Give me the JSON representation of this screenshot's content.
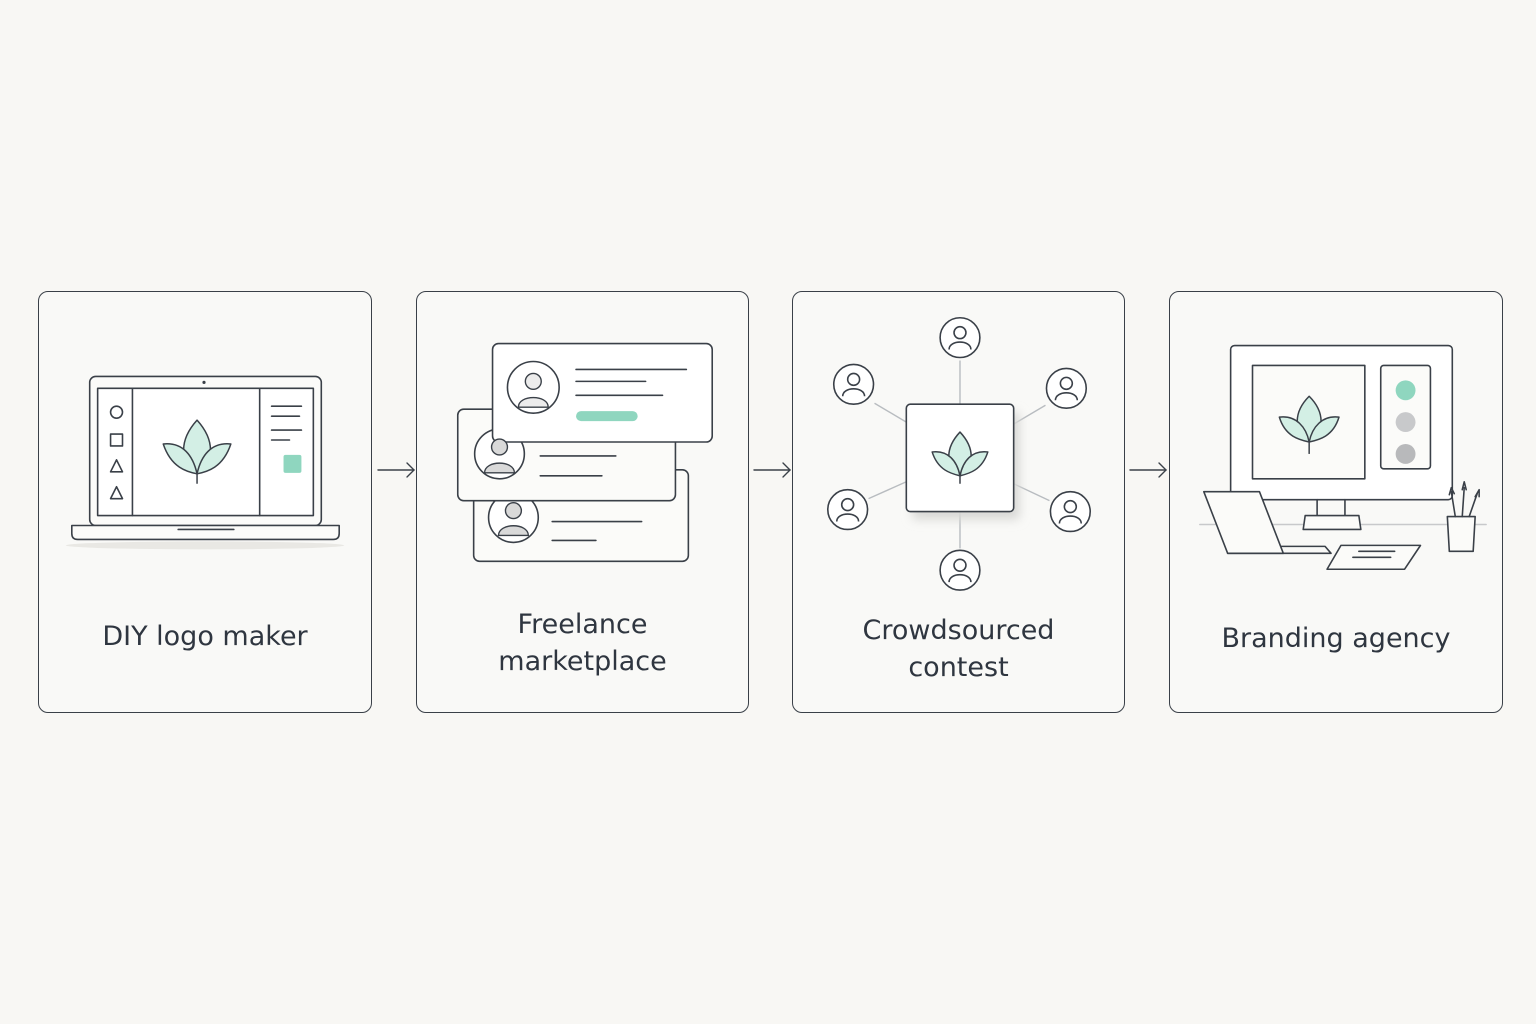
{
  "diagram": {
    "accent_color": "#8fd6bf",
    "stroke_color": "#3a4048",
    "steps": [
      {
        "label_lines": [
          "DIY logo maker"
        ],
        "icon": "laptop-logo-editor-icon"
      },
      {
        "label_lines": [
          "Freelance",
          "marketplace"
        ],
        "icon": "freelancer-profile-cards-icon"
      },
      {
        "label_lines": [
          "Crowdsourced",
          "contest"
        ],
        "icon": "crowd-network-icon"
      },
      {
        "label_lines": [
          "Branding agency"
        ],
        "icon": "agency-workspace-icon"
      }
    ],
    "connectors": [
      "arrow-right-icon",
      "arrow-right-icon",
      "arrow-right-icon"
    ]
  }
}
